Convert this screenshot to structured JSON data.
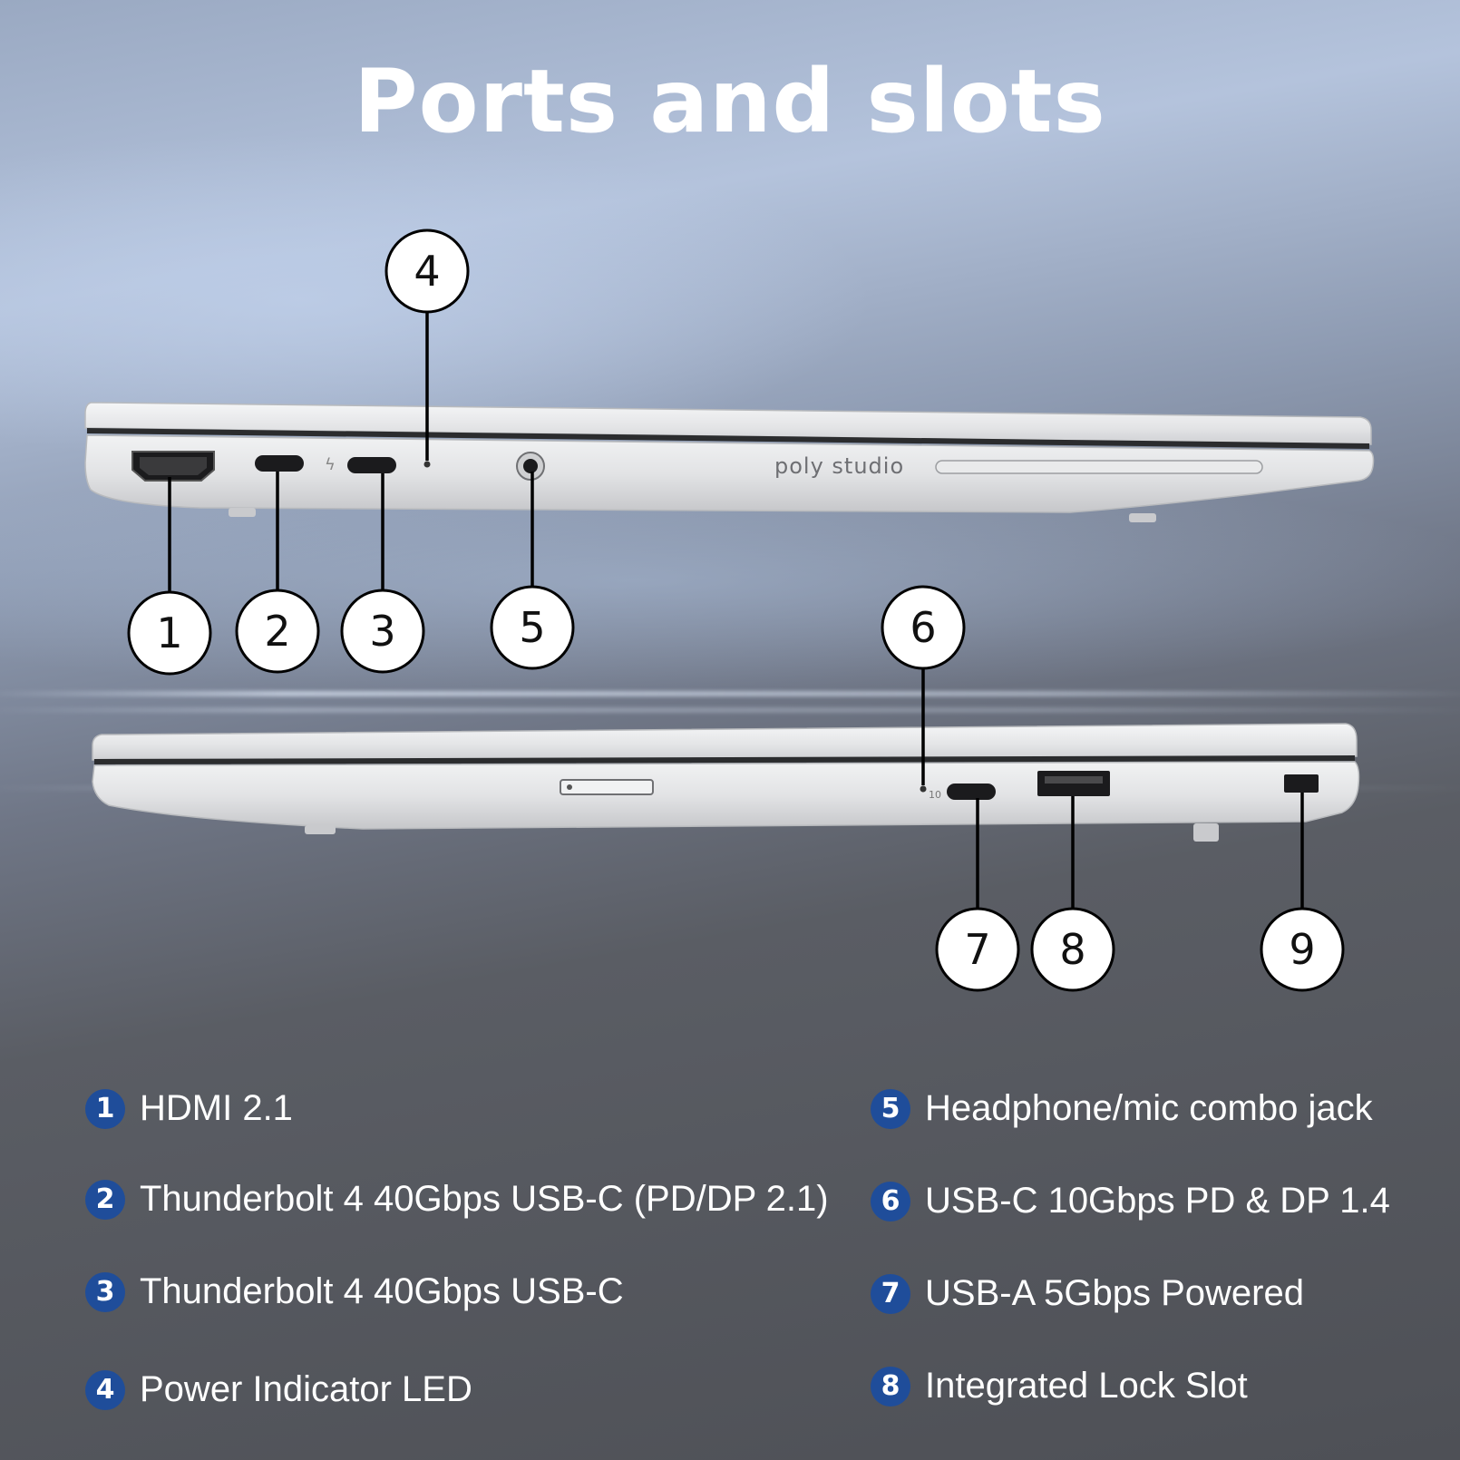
{
  "title": "Ports and slots",
  "brand_text": "poly studio",
  "callouts": [
    "4",
    "1",
    "2",
    "3",
    "5",
    "6",
    "7",
    "8",
    "9"
  ],
  "legend": [
    {
      "num": "1",
      "label": "HDMI 2.1"
    },
    {
      "num": "2",
      "label": "Thunderbolt 4 40Gbps USB-C (PD/DP 2.1)"
    },
    {
      "num": "3",
      "label": "Thunderbolt 4 40Gbps USB-C"
    },
    {
      "num": "4",
      "label": "Power Indicator LED"
    },
    {
      "num": "5",
      "label": "Headphone/mic combo jack"
    },
    {
      "num": "6",
      "label": "USB-C 10Gbps PD & DP 1.4"
    },
    {
      "num": "7",
      "label": "USB-A 5Gbps Powered"
    },
    {
      "num": "8",
      "label": "Integrated Lock Slot"
    }
  ],
  "colors": {
    "badge": "#1f4d9a",
    "text": "#ffffff",
    "laptop_body": "#e8e9eb"
  }
}
